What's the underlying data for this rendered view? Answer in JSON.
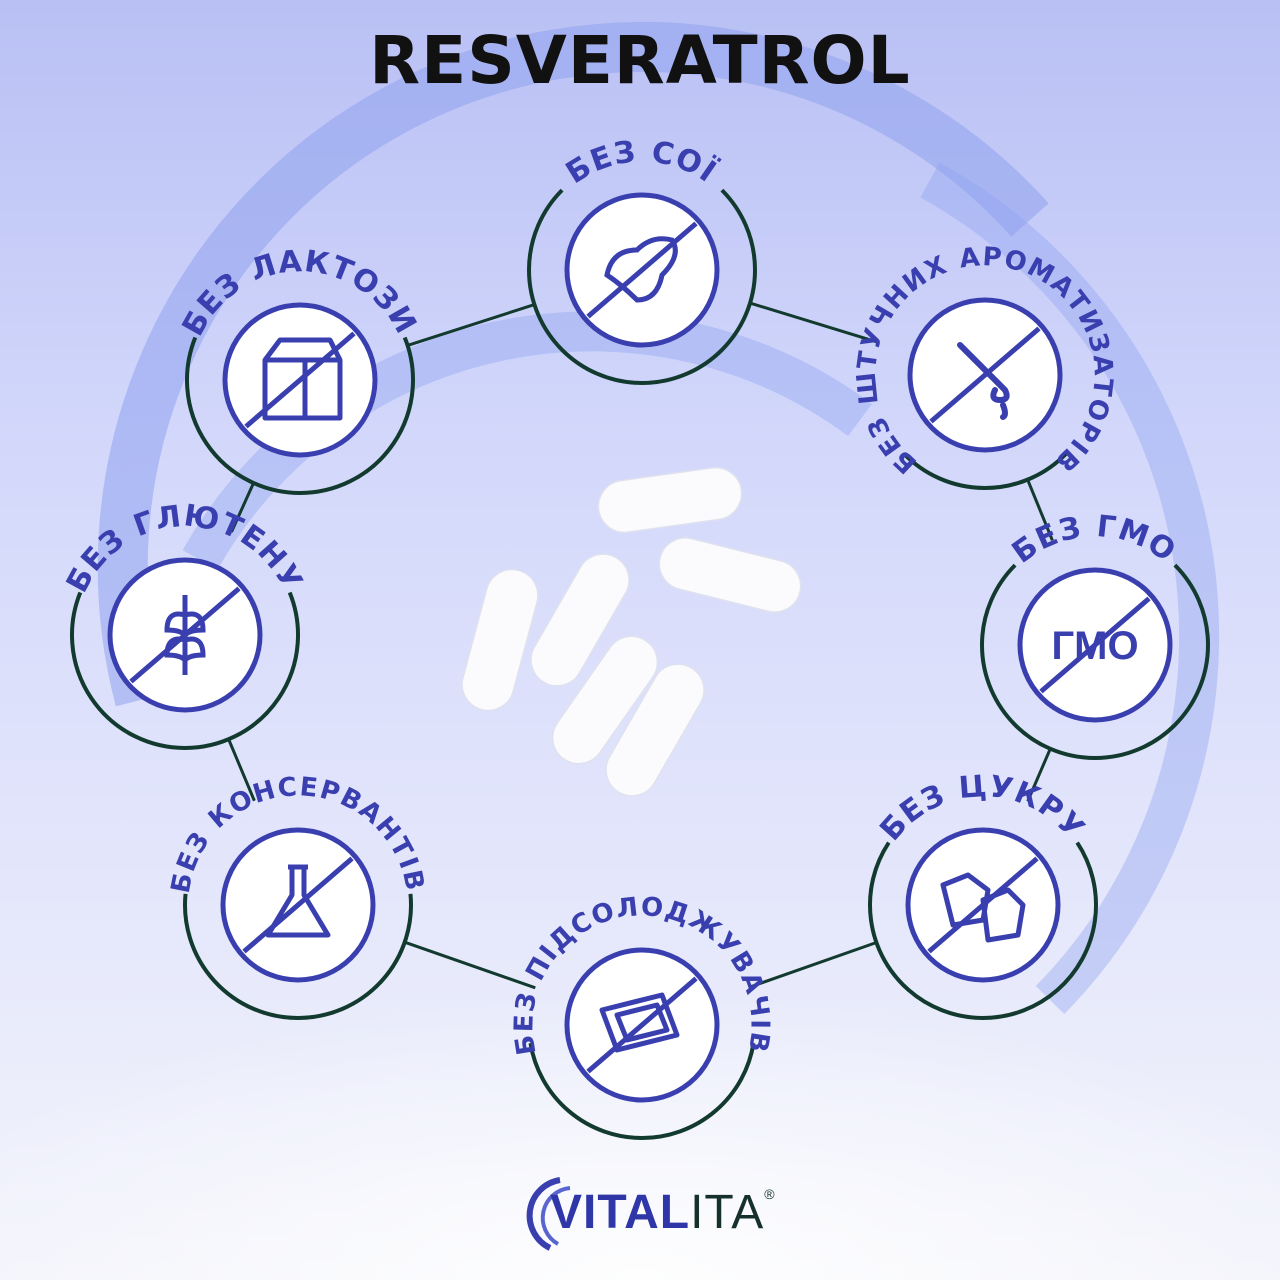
{
  "title": "RESVERATROL",
  "colors": {
    "accent": "#3a3fb0",
    "ring": "#123a2e",
    "badge_fill": "#ffffff"
  },
  "badges": [
    {
      "label": "БЕЗ СОЇ",
      "icon": "soy-icon"
    },
    {
      "label": "БЕЗ ШТУЧНИХ АРОМАТИЗАТОРІВ",
      "icon": "dropper-icon"
    },
    {
      "label": "БЕЗ ГМО",
      "icon": "gmo-icon",
      "icon_text": "ГМО"
    },
    {
      "label": "БЕЗ ЦУКРУ",
      "icon": "sugar-cubes-icon"
    },
    {
      "label": "БЕЗ ПІДСОЛОДЖУВАЧІВ",
      "icon": "sweetener-icon"
    },
    {
      "label": "БЕЗ КОНСЕРВАНТІВ",
      "icon": "flask-icon"
    },
    {
      "label": "БЕЗ ГЛЮТЕНУ",
      "icon": "wheat-icon"
    },
    {
      "label": "БЕЗ ЛАКТОЗИ",
      "icon": "milk-carton-icon"
    }
  ],
  "logo": {
    "bold": "VITAL",
    "light": "ITA",
    "reg": "®"
  }
}
